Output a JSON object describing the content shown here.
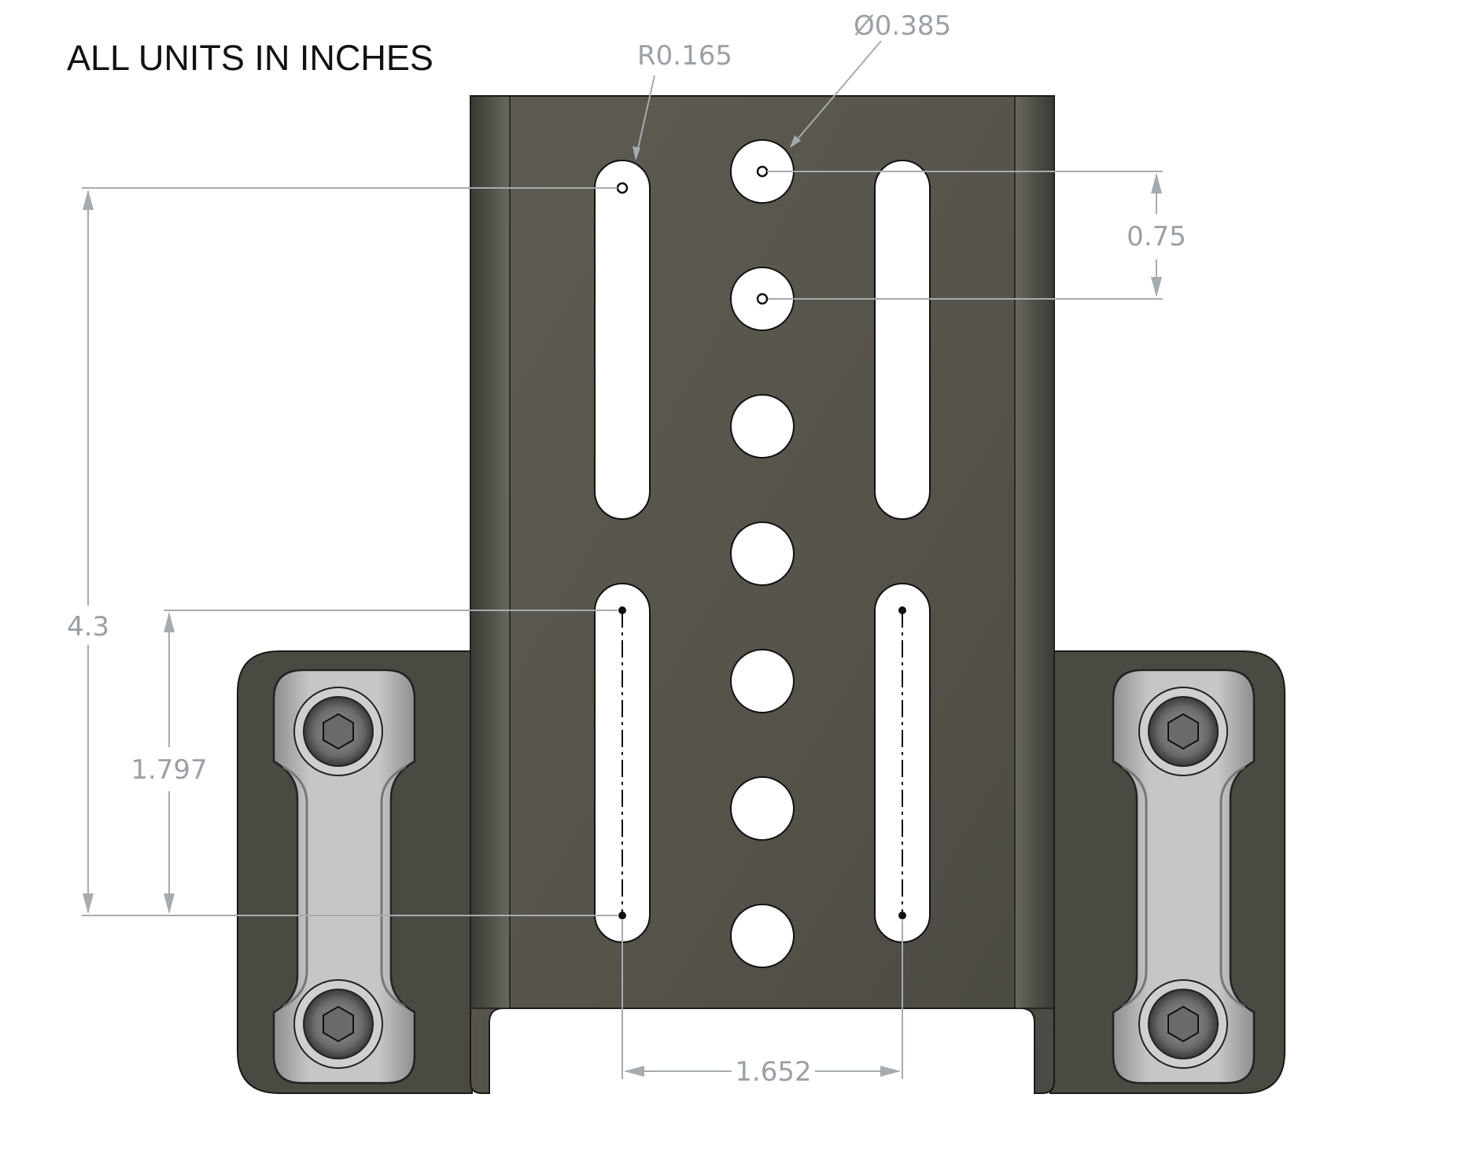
{
  "drawing": {
    "units_note": "ALL UNITS IN INCHES",
    "dimensions": {
      "slot_radius": "R0.165",
      "hole_diameter": "Ø0.385",
      "hole_spacing": "0.75",
      "overall_height": "4.3",
      "slot_length": "1.797",
      "slot_spacing": "1.652"
    },
    "colors": {
      "plate": "#555349",
      "plate_edge": "#3e3d36",
      "clamp": "#bdbdbd",
      "dimension_line": "#a6abb0",
      "dimension_text": "#9aa0a6"
    }
  }
}
